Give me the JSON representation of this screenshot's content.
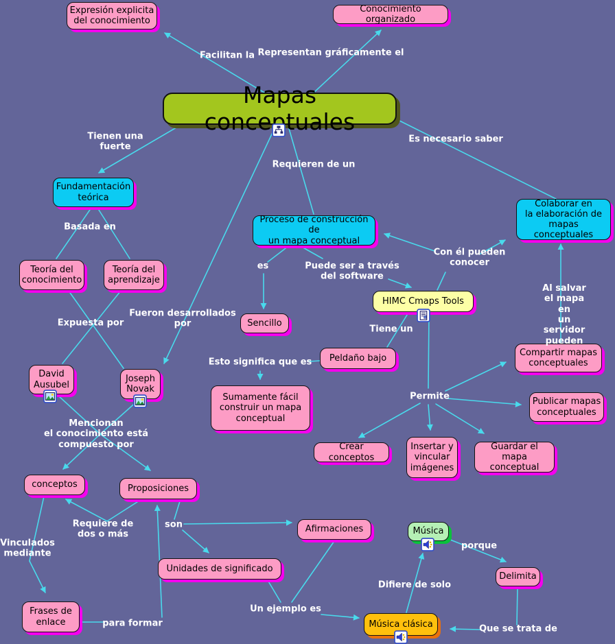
{
  "map_title": "Mapas conceptuales",
  "colors": {
    "background": "#636599",
    "arrow": "#49DAEC",
    "label_text": "#FFFFFF",
    "node_border": "#121212",
    "node_pink": "#FD9CC5",
    "node_cyan": "#0CCBF3",
    "node_yellow": "#FDFFA6",
    "node_light_green": "#B5F0B5",
    "node_gold": "#FFC00D",
    "node_title_green": "#A3C61E",
    "shadow_magenta": "#F500EE",
    "shadow_green": "#0BC23B",
    "shadow_orange": "#E9710D",
    "shadow_olive": "#50561C"
  },
  "nodes": [
    {
      "id": "expresion",
      "label": "Expresión explicita\ndel conocimiento"
    },
    {
      "id": "organizado",
      "label": "Conocimiento organizado"
    },
    {
      "id": "titulo",
      "label": "Mapas conceptuales",
      "icon": "cmap-icon"
    },
    {
      "id": "fundamentacion",
      "label": "Fundamentación\nteórica"
    },
    {
      "id": "teoria-conocimiento",
      "label": "Teoría del\nconocimiento"
    },
    {
      "id": "teoria-aprendizaje",
      "label": "Teoría del\naprendizaje"
    },
    {
      "id": "proceso",
      "label": "Proceso de construcción de\nun mapa conceptual"
    },
    {
      "id": "himc",
      "label": "HIMC Cmaps Tools",
      "icon": "document-icon"
    },
    {
      "id": "colaborar",
      "label": "Colaborar en\nla elaboración de\nmapas conceptuales"
    },
    {
      "id": "sencillo",
      "label": "Sencillo"
    },
    {
      "id": "peldano",
      "label": "Peldaño bajo"
    },
    {
      "id": "sumamente",
      "label": "Sumamente fácil\nconstruir un mapa\nconceptual"
    },
    {
      "id": "compartir",
      "label": "Compartir mapas\nconceptuales"
    },
    {
      "id": "publicar",
      "label": "Publicar mapas\nconceptuales"
    },
    {
      "id": "crear",
      "label": "Crear conceptos"
    },
    {
      "id": "insertar",
      "label": "Insertar y\nvincular\nimágenes"
    },
    {
      "id": "guardar",
      "label": "Guardar el mapa\nconceptual"
    },
    {
      "id": "david",
      "label": "David\nAusubel",
      "icon": "image-icon"
    },
    {
      "id": "joseph",
      "label": "Joseph\nNovak",
      "icon": "image-icon"
    },
    {
      "id": "conceptos",
      "label": "conceptos"
    },
    {
      "id": "proposiciones",
      "label": "Proposiciones"
    },
    {
      "id": "afirmaciones",
      "label": "Afirmaciones"
    },
    {
      "id": "unidades",
      "label": "Unidades de significado"
    },
    {
      "id": "musica",
      "label": "Música",
      "icon": "sound-icon"
    },
    {
      "id": "delimita",
      "label": "Delimita"
    },
    {
      "id": "frases",
      "label": "Frases de\nenlace"
    },
    {
      "id": "musica-clasica",
      "label": "Música clásica",
      "icon": "sound-icon"
    }
  ],
  "links": [
    {
      "id": "facilitan",
      "text": "Facilitan la"
    },
    {
      "id": "representan",
      "text": "Representan gráficamente el"
    },
    {
      "id": "tienen",
      "text": "Tienen una\nfuerte"
    },
    {
      "id": "requieren",
      "text": "Requieren de un"
    },
    {
      "id": "es-necesario",
      "text": "Es necesario saber"
    },
    {
      "id": "basada",
      "text": "Basada en"
    },
    {
      "id": "expuesta",
      "text": "Expuesta por"
    },
    {
      "id": "fueron",
      "text": "Fueron desarrollados\npor"
    },
    {
      "id": "es",
      "text": "es"
    },
    {
      "id": "puede-ser",
      "text": "Puede ser a través\ndel software"
    },
    {
      "id": "con-el",
      "text": "Con él pueden\nconocer"
    },
    {
      "id": "tiene-un",
      "text": "Tiene un"
    },
    {
      "id": "esto-significa",
      "text": "Esto significa que es"
    },
    {
      "id": "al-salvar",
      "text": "Al salvar el mapa en\nun servidor pueden"
    },
    {
      "id": "permite",
      "text": "Permite"
    },
    {
      "id": "mencionan",
      "text": "Mencionan\nel conocimiento está\ncompuesto por"
    },
    {
      "id": "requiere",
      "text": "Requiere de\ndos o más"
    },
    {
      "id": "son",
      "text": "son"
    },
    {
      "id": "vinculados",
      "text": "Vinculados\nmediante"
    },
    {
      "id": "porque",
      "text": "porque"
    },
    {
      "id": "difiere",
      "text": "Difiere de solo"
    },
    {
      "id": "un-ejemplo",
      "text": "Un ejemplo es"
    },
    {
      "id": "para-formar",
      "text": "para formar"
    },
    {
      "id": "que-se-trata",
      "text": "Que se trata de"
    }
  ]
}
